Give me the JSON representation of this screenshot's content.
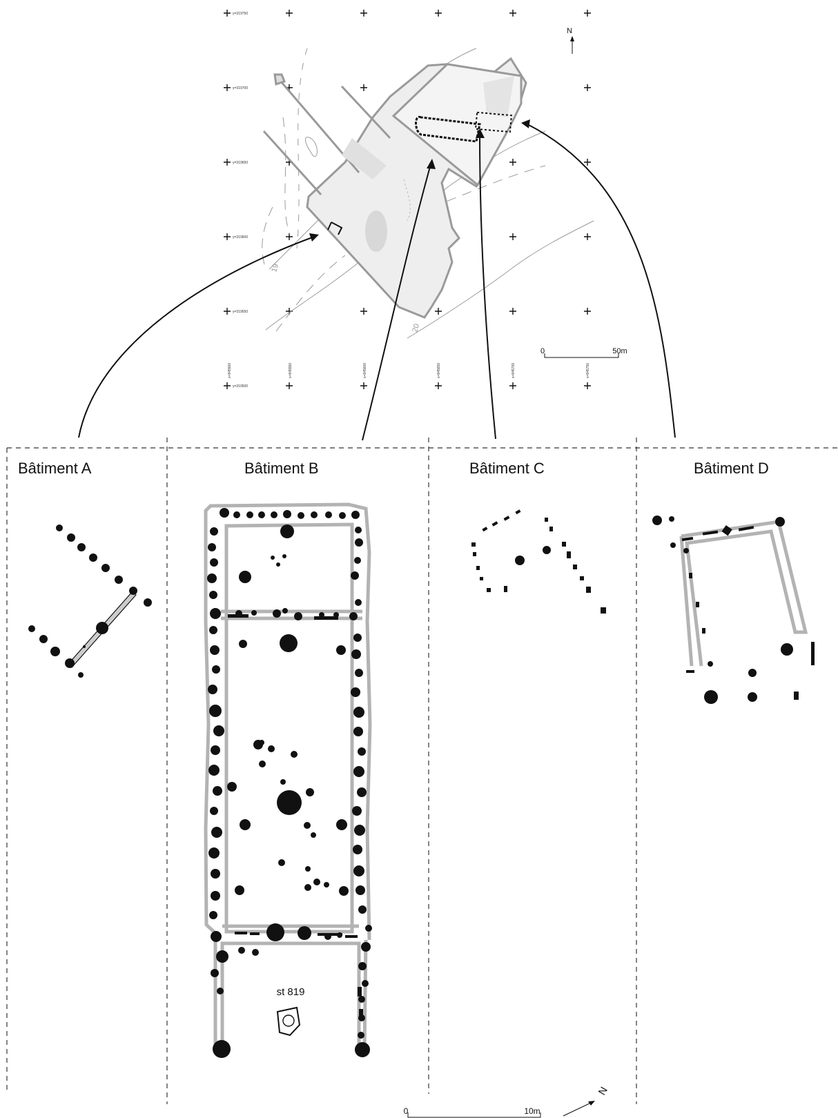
{
  "site_plan": {
    "north_label": "N",
    "scale": {
      "start": "0",
      "end": "50m"
    },
    "grid_y_labels": [
      "y=319750",
      "y=319700",
      "y=319650",
      "y=319600",
      "y=319550",
      "y=319500"
    ],
    "grid_x_labels": [
      "x=845500",
      "x=845550",
      "x=845600",
      "x=845650",
      "x=845700",
      "x=845750"
    ],
    "contour_labels": [
      "19",
      "20"
    ]
  },
  "panels": [
    {
      "title": "Bâtiment A"
    },
    {
      "title": "Bâtiment B",
      "feature_label": "st 819"
    },
    {
      "title": "Bâtiment C"
    },
    {
      "title": "Bâtiment D"
    }
  ],
  "bottom_scale": {
    "start": "0",
    "end": "10m",
    "north_label": "N"
  },
  "colors": {
    "ink": "#111111",
    "wall": "#b3b3b3",
    "site_outline": "#9a9a9a",
    "site_fill": "#e6e6e6",
    "divider": "#333333"
  }
}
